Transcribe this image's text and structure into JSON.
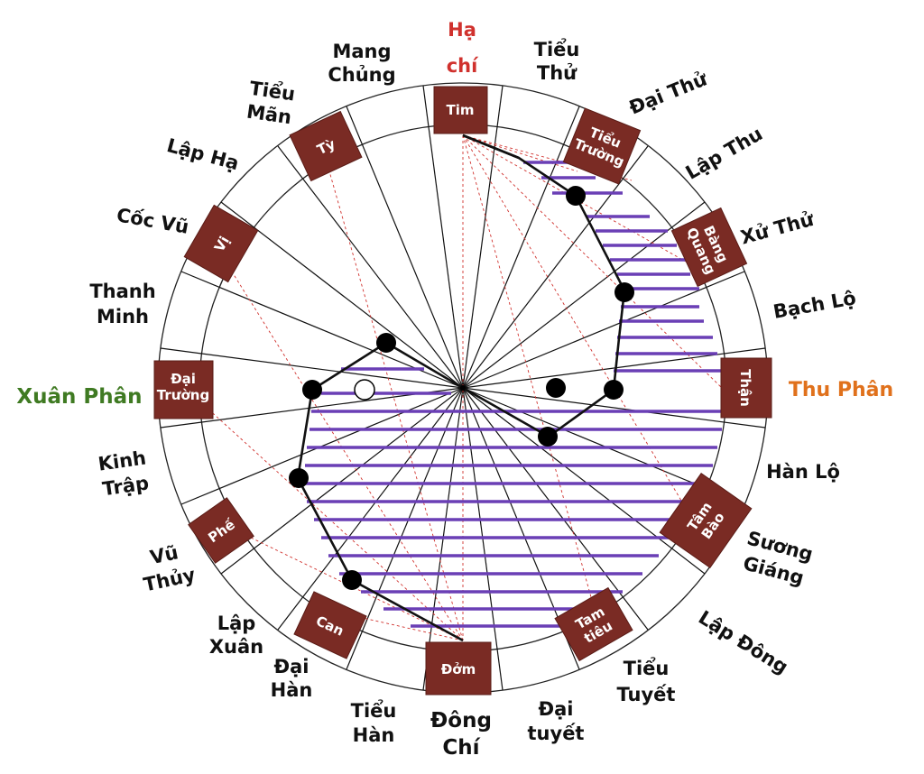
{
  "solar_terms": {
    "ha_chi": [
      "Hạ",
      "chí"
    ],
    "tieu_thu": [
      "Tiểu",
      "Thử"
    ],
    "dai_thu": [
      "Đại Thử"
    ],
    "lap_thu": [
      "Lập Thu"
    ],
    "xu_thu": [
      "Xử Thử"
    ],
    "bach_lo": [
      "Bạch Lộ"
    ],
    "thu_phan": [
      "Thu Phân"
    ],
    "han_lo": [
      "Hàn Lộ"
    ],
    "suong_giang": [
      "Sương",
      "Giáng"
    ],
    "lap_dong": [
      "Lập Đông"
    ],
    "tieu_tuyet": [
      "Tiểu",
      "Tuyết"
    ],
    "dai_tuyet": [
      "Đại",
      "tuyết"
    ],
    "dong_chi": [
      "Đông",
      "Chí"
    ],
    "tieu_han": [
      "Tiểu",
      "Hàn"
    ],
    "dai_han": [
      "Đại",
      "Hàn"
    ],
    "lap_xuan": [
      "Lập",
      "Xuân"
    ],
    "vu_thuy": [
      "Vũ",
      "Thủy"
    ],
    "kinh_trap": [
      "Kinh",
      "Trập"
    ],
    "xuan_phan": [
      "Xuân Phân"
    ],
    "thanh_minh": [
      "Thanh",
      "Minh"
    ],
    "coc_vu": [
      "Cốc Vũ"
    ],
    "lap_ha": [
      "Lập Hạ"
    ],
    "tieu_man": [
      "Tiểu",
      "Mãn"
    ],
    "mang_chung": [
      "Mang",
      "Chủng"
    ]
  },
  "organs": {
    "tim": [
      "Tim"
    ],
    "tieu_truong": [
      "Tiểu",
      "Trường"
    ],
    "bang_quang": [
      "Bàng",
      "Quang"
    ],
    "than": [
      "Thận"
    ],
    "tam_bao": [
      "Tâm",
      "Bào"
    ],
    "tam_tieu": [
      "Tam",
      "tiêu"
    ],
    "dom": [
      "Đởm"
    ],
    "can": [
      "Can"
    ],
    "phe": [
      "Phế"
    ],
    "dai_truong": [
      "Đại",
      "Trường"
    ],
    "vi": [
      "Vị"
    ],
    "ty": [
      "Tỳ"
    ]
  },
  "colors": {
    "organ_box": "#7a2b24",
    "hatch": "#6a3fb5",
    "ha_chi": "#d0312d",
    "xuan_phan": "#3f7a22",
    "thu_phan": "#e0711c",
    "dashed_lines": "#d0312d"
  }
}
